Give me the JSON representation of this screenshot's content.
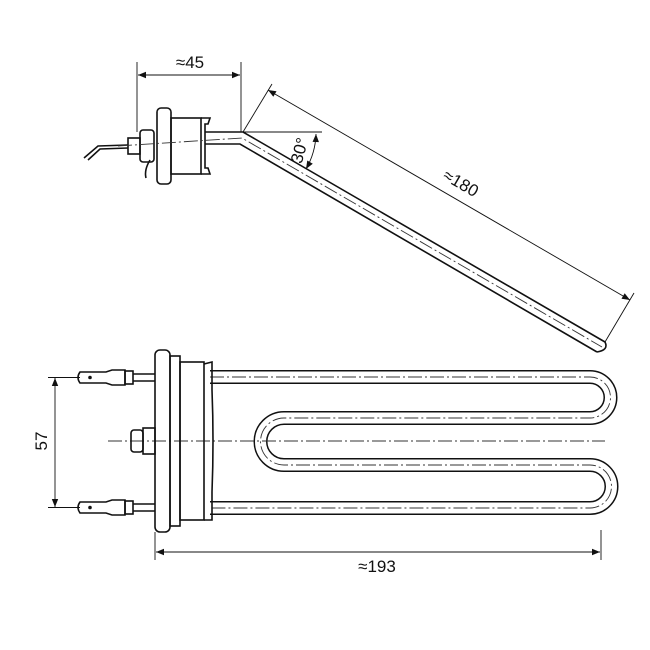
{
  "top_view": {
    "length_dimension": "≈45",
    "angle_dimension": "30°",
    "tube_length_dimension": "≈180"
  },
  "side_view": {
    "terminal_spacing_dimension": "57",
    "total_length_dimension": "≈193"
  }
}
